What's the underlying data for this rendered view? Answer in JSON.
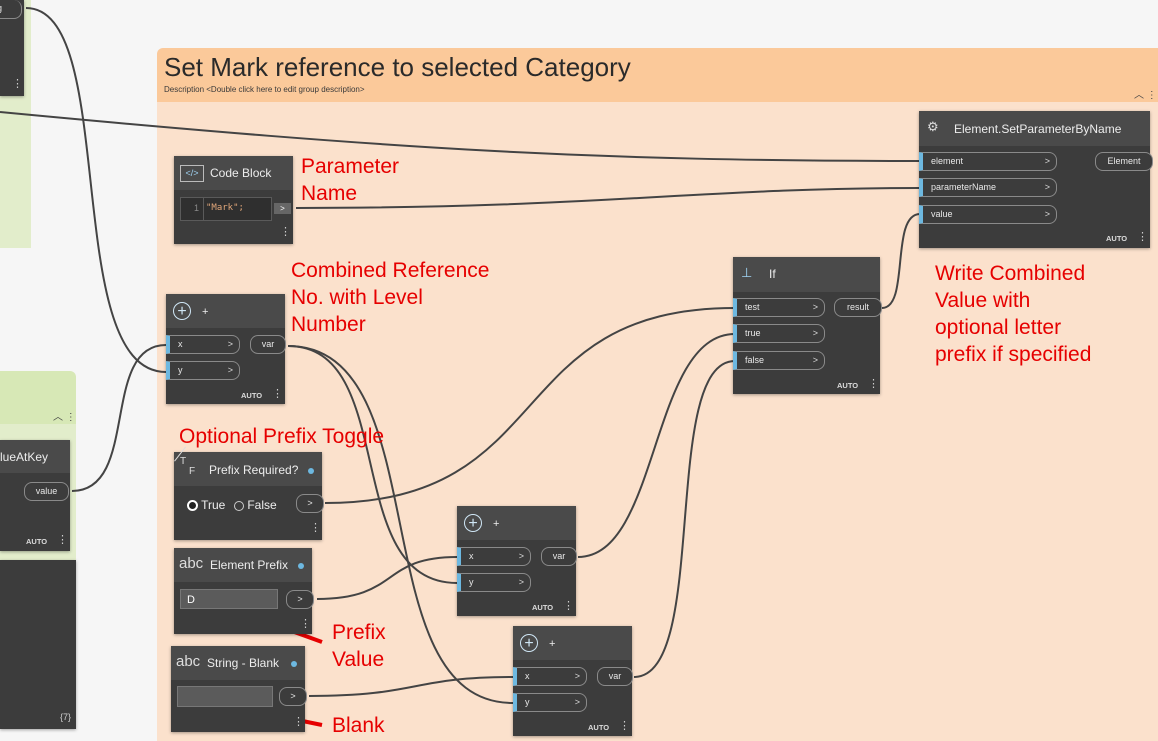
{
  "group": {
    "title": "Set Mark reference to selected Category",
    "description": "Description <Double click here to edit group description>",
    "collapse_glyph": "^"
  },
  "left_fragments": {
    "top_port": "ng",
    "dict_node_title": "lueAtKey",
    "dict_output": "value",
    "auto": "AUTO",
    "bottom_count": "{7}"
  },
  "code_block": {
    "title": "Code Block",
    "line_number": "1",
    "code": "\"Mark\";",
    "out_arrow": ">"
  },
  "add_top": {
    "title": "+",
    "inputs": [
      "x",
      "y"
    ],
    "output": "var",
    "auto": "AUTO"
  },
  "bool_node": {
    "title": "Prefix Required?",
    "true_label": "True",
    "false_label": "False",
    "selected": "True",
    "out_arrow": ">"
  },
  "prefix_node": {
    "title": "Element Prefix",
    "value": "D",
    "out_arrow": ">"
  },
  "blank_node": {
    "title": "String - Blank",
    "value": "",
    "out_arrow": ">"
  },
  "add_mid": {
    "title": "+",
    "inputs": [
      "x",
      "y"
    ],
    "output": "var",
    "auto": "AUTO"
  },
  "add_bottom": {
    "title": "+",
    "inputs": [
      "x",
      "y"
    ],
    "output": "var",
    "auto": "AUTO"
  },
  "if_node": {
    "title": "If",
    "inputs": [
      "test",
      "true",
      "false"
    ],
    "output": "result",
    "auto": "AUTO"
  },
  "set_param": {
    "title": "Element.SetParameterByName",
    "inputs": [
      "element",
      "parameterName",
      "value"
    ],
    "output": "Element",
    "auto": "AUTO"
  },
  "annotations": {
    "parameter_name": [
      "Parameter",
      "Name"
    ],
    "combined_ref": [
      "Combined Reference",
      "No. with Level",
      "Number"
    ],
    "optional_prefix": "Optional Prefix Toggle",
    "write_combined": [
      "Write Combined",
      "Value with",
      "optional letter",
      "prefix if specified"
    ],
    "prefix_value": [
      "Prefix",
      "Value"
    ],
    "blank": "Blank"
  },
  "colors": {
    "group_header": "#fbc99a",
    "group_body": "#fbe1cc",
    "node_bg": "#3c3c3c",
    "port_accent": "#6db8e0",
    "annotation": "#e60000",
    "left_group": "#e2edcb"
  }
}
